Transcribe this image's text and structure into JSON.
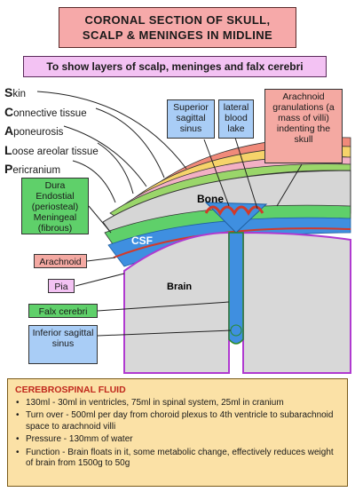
{
  "title_lines": [
    "CORONAL SECTION OF SKULL,",
    "SCALP & MENINGES IN MIDLINE"
  ],
  "subtitle": "To show layers of scalp, meninges and falx cerebri",
  "scalp_layers": [
    "Skin",
    "Connective tissue",
    "Aponeurosis",
    "Loose areolar tissue",
    "Pericranium"
  ],
  "labels": {
    "superior_sagittal_sinus": "Superior sagittal sinus",
    "lateral_blood_lake": "lateral blood lake",
    "arachnoid_granulations": "Arachnoid granulations (a mass of villi) indenting the skull",
    "dura_lines": [
      "Dura",
      "Endostial",
      "(periosteal)",
      "Meningeal",
      "(fibrous)"
    ],
    "bone": "Bone",
    "csf": "CSF",
    "arachnoid": "Arachnoid",
    "pia": "Pia",
    "brain": "Brain",
    "falx_cerebri": "Falx cerebri",
    "inferior_sagittal_sinus": "Inferior sagittal sinus"
  },
  "csf_panel": {
    "heading": "CEREBROSPINAL FLUID",
    "items": [
      "130ml - 30ml in ventricles, 75ml in spinal system, 25ml in cranium",
      "Turn over - 500ml per day from choroid plexus to 4th ventricle to subarachnoid space to arachnoid villi",
      "Pressure - 130mm of water",
      "Function - Brain floats in it, some metabolic change, effectively reduces weight of brain from 1500g to 50g"
    ]
  },
  "colors": {
    "title_bg": "#f6a9a9",
    "subtitle_bg": "#f3c2f3",
    "dura_box": "#5fd06a",
    "blue_box": "#a9cdf6",
    "salmon_box": "#f4a9a2",
    "pink_box": "#f3c2f3",
    "csf_panel_bg": "#fbe1a6",
    "brain_fill": "#d8d8d8",
    "bone_fill": "#d6d6d6",
    "csf_blue": "#3f8fe0",
    "arachnoid_red": "#d23a2a",
    "pia_purple": "#b03ad0"
  }
}
